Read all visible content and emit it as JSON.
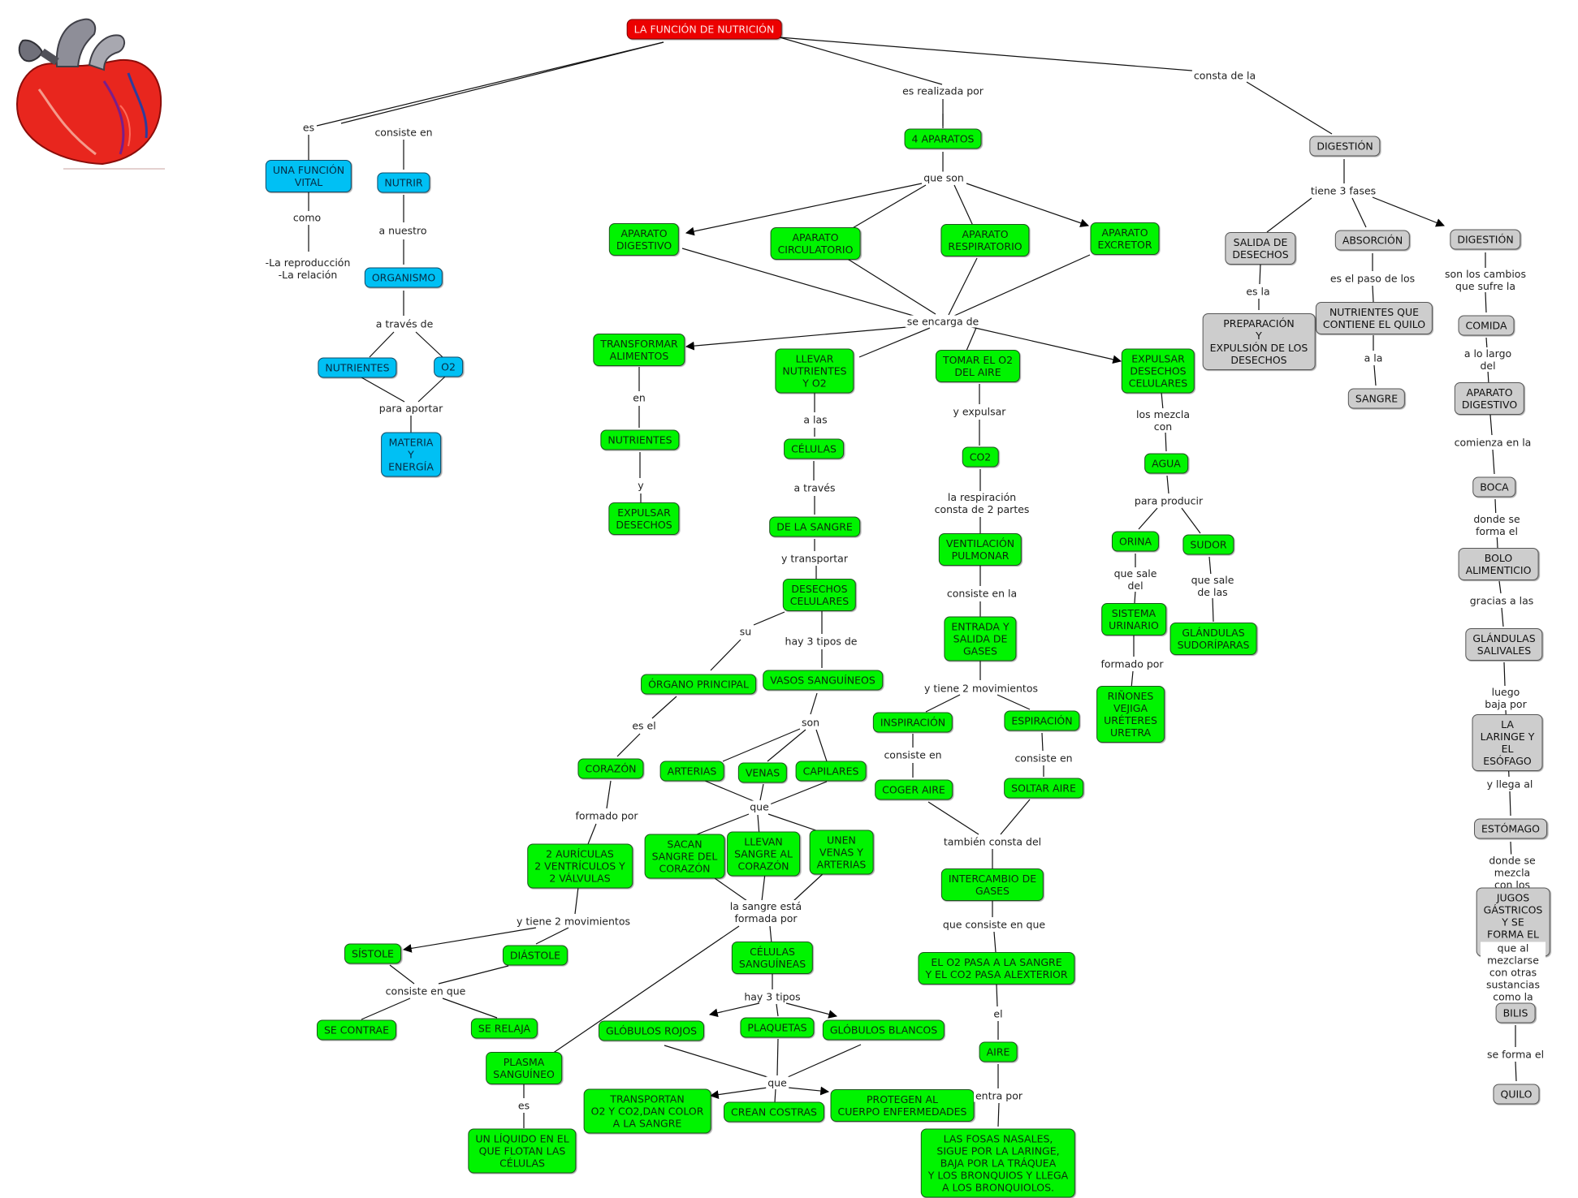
{
  "title": "LA FUNCIÓN DE NUTRICIÓN",
  "colors": {
    "green": "#00f400",
    "blue": "#00c0f4",
    "gray": "#cdcdcd",
    "red": "#ec0000"
  },
  "image": {
    "icon": "heart-icon"
  },
  "branch_es": {
    "link": "es",
    "node": "UNA FUNCIÓN\nVITAL",
    "link2": "como",
    "text": "-La reproducción\n-La relación"
  },
  "branch_nutrir": {
    "link": "consiste en",
    "nutrir": "NUTRIR",
    "link2": "a nuestro",
    "organismo": "ORGANISMO",
    "link3": "a través de",
    "nutrientes": "NUTRIENTES",
    "o2": "O2",
    "link4": "para aportar",
    "materia": "MATERIA\nY\nENERGÍA"
  },
  "aparatos": {
    "link": "es realizada por",
    "node": "4 APARATOS",
    "link2": "que son",
    "digestivo": "APARATO\nDIGESTIVO",
    "circulatorio": "APARATO\nCIRCULATORIO",
    "respiratorio": "APARATO\nRESPIRATORIO",
    "excretor": "APARATO\nEXCRETOR",
    "link3": "se encarga de",
    "transformar": "TRANSFORMAR\nALIMENTOS",
    "llevar": "LLEVAR\nNUTRIENTES\nY O2",
    "tomar": "TOMAR EL O2\nDEL AIRE",
    "expulsar": "EXPULSAR\nDESECHOS\nCELULARES"
  },
  "digestivo_col": {
    "l1": "en",
    "nutrientes": "NUTRIENTES",
    "l2": "y",
    "expulsar": "EXPULSAR\nDESECHOS"
  },
  "circulatorio_col": {
    "l1": "a las",
    "celulas": "CÉLULAS",
    "l2": "a través",
    "sangre": "DE LA SANGRE",
    "l3": "y transportar",
    "desechos": "DESECHOS\nCELULARES",
    "l4": "su",
    "organo": "ÓRGANO PRINCIPAL",
    "l5": "es el",
    "corazon": "CORAZÓN",
    "l6": "formado por",
    "auriculas": "2 AURÍCULAS\n2 VENTRÍCULOS Y\n2 VÁLVULAS",
    "l7": "y tiene 2 movimientos",
    "sistole": "SÍSTOLE",
    "diastole": "DIÁSTOLE",
    "l8": "consiste en que",
    "contrae": "SE CONTRAE",
    "relaja": "SE RELAJA",
    "l9": "hay 3 tipos de",
    "vasos": "VASOS SANGUÍNEOS",
    "l10": "son",
    "arterias": "ARTERIAS",
    "venas": "VENAS",
    "capilares": "CAPILARES",
    "l11": "que",
    "sacan": "SACAN\nSANGRE DEL\nCORAZÓN",
    "llevan": "LLEVAN\nSANGRE AL\nCORAZÓN",
    "unen": "UNEN\nVENAS Y\nARTERIAS",
    "l12": "la sangre está\nformada por",
    "celulas_sang": "CÉLULAS\nSANGUÍNEAS",
    "plasma": "PLASMA\nSANGUÍNEO",
    "l13": "es",
    "liquido": "UN LÍQUIDO EN EL\nQUE FLOTAN LAS\nCÉLULAS",
    "l14": "hay 3 tipos",
    "rojos": "GLÓBULOS ROJOS",
    "plaquetas": "PLAQUETAS",
    "blancos": "GLÓBULOS BLANCOS",
    "l15": "que",
    "transportan": "TRANSPORTAN\nO2 Y CO2,DAN COLOR\nA LA SANGRE",
    "costras": "CREAN COSTRAS",
    "protegen": "PROTEGEN AL\nCUERPO ENFERMEDADES"
  },
  "respiratorio_col": {
    "l1": "y expulsar",
    "co2": "CO2",
    "l2": "la respiración\nconsta de 2 partes",
    "ventilacion": "VENTILACIÓN\nPULMONAR",
    "l3": "consiste en la",
    "entrada": "ENTRADA Y\nSALIDA DE\nGASES",
    "l4": "y tiene 2 movimientos",
    "inspiracion": "INSPIRACIÓN",
    "espiracion": "ESPIRACIÓN",
    "l5a": "consiste en",
    "l5b": "consiste en",
    "coger": "COGER AIRE",
    "soltar": "SOLTAR AIRE",
    "l6": "también consta del",
    "intercambio": "INTERCAMBIO DE\nGASES",
    "l7": "que consiste en que",
    "o2pasa": "EL O2 PASA A LA SANGRE\nY EL CO2 PASA ALEXTERIOR",
    "l8": "el",
    "aire": "AIRE",
    "l9": "entra por",
    "fosas": "LAS FOSAS NASALES,\nSIGUE POR LA LARINGE,\nBAJA POR LA TRÁQUEA\nY LOS BRONQUIOS Y LLEGA\nA LOS BRONQUIOLOS."
  },
  "excretor_col": {
    "l1": "los mezcla\ncon",
    "agua": "AGUA",
    "l2": "para producir",
    "orina": "ORINA",
    "sudor": "SUDOR",
    "l3": "que sale\ndel",
    "l4": "que sale\nde las",
    "sistema": "SISTEMA\nURINARIO",
    "glandulas": "GLÁNDULAS\nSUDORÍPARAS",
    "l5": "formado por",
    "rinones": "RIÑONES\nVEJIGA\nURÉTERES\nURETRA"
  },
  "digestion": {
    "link": "consta de la",
    "node": "DIGESTIÓN",
    "l1": "tiene 3 fases",
    "salida": "SALIDA DE\nDESECHOS",
    "absorcion": "ABSORCIÓN",
    "digestion2": "DIGESTIÓN",
    "l2": "es la",
    "preparacion": "PREPARACIÓN\nY\nEXPULSIÓN DE LOS\nDESECHOS",
    "l3": "es el paso de los",
    "quilo": "NUTRIENTES QUE\nCONTIENE EL QUILO",
    "l4": "a la",
    "sangre": "SANGRE",
    "l5": "son los cambios\nque sufre la",
    "comida": "COMIDA",
    "l6": "a lo largo\ndel",
    "aparato": "APARATO\nDIGESTIVO",
    "l7": "comienza en la",
    "boca": "BOCA",
    "l8": "donde se forma el",
    "bolo": "BOLO\nALIMENTICIO",
    "l9": "gracias a las",
    "salivales": "GLÁNDULAS\nSALIVALES",
    "l10": "luego\nbaja por",
    "laringe": "LA LARINGE Y\nEL ESÓFAGO",
    "l11": "y llega al",
    "estomago": "ESTÓMAGO",
    "l12": "donde se mezcla\ncon los",
    "jugos": "JUGOS GÁSTRICOS\nY SE FORMA EL QUIMO",
    "l13": "que al mezclarse\ncon otras sustancias\ncomo la",
    "bilis": "BILIS",
    "l14": "se forma el",
    "quilo2": "QUILO"
  }
}
